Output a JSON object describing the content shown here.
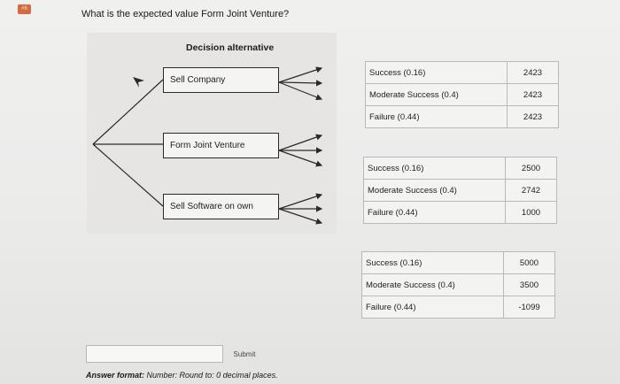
{
  "question": {
    "number": "#6",
    "text": "What is the expected value Form Joint Venture?"
  },
  "tree": {
    "heading": "Decision alternative",
    "alternatives": [
      {
        "label": "Sell Company",
        "outcomes": [
          {
            "label": "Success (0.16)",
            "value": "2423"
          },
          {
            "label": "Moderate Success (0.4)",
            "value": "2423"
          },
          {
            "label": "Failure (0.44)",
            "value": "2423"
          }
        ]
      },
      {
        "label": "Form Joint Venture",
        "outcomes": [
          {
            "label": "Success (0.16)",
            "value": "2500"
          },
          {
            "label": "Moderate Success (0.4)",
            "value": "2742"
          },
          {
            "label": "Failure (0.44)",
            "value": "1000"
          }
        ]
      },
      {
        "label": "Sell Software on own",
        "outcomes": [
          {
            "label": "Success (0.16)",
            "value": "5000"
          },
          {
            "label": "Moderate Success (0.4)",
            "value": "3500"
          },
          {
            "label": "Failure (0.44)",
            "value": "-1099"
          }
        ]
      }
    ]
  },
  "answer": {
    "input_value": "",
    "submit_label": "Submit",
    "format_label": "Answer format:",
    "format_text": "Number: Round to: 0 decimal places."
  },
  "colors": {
    "badge": "#d26a42",
    "line": "#2a2a2a",
    "panel": "#e6e5e3"
  }
}
